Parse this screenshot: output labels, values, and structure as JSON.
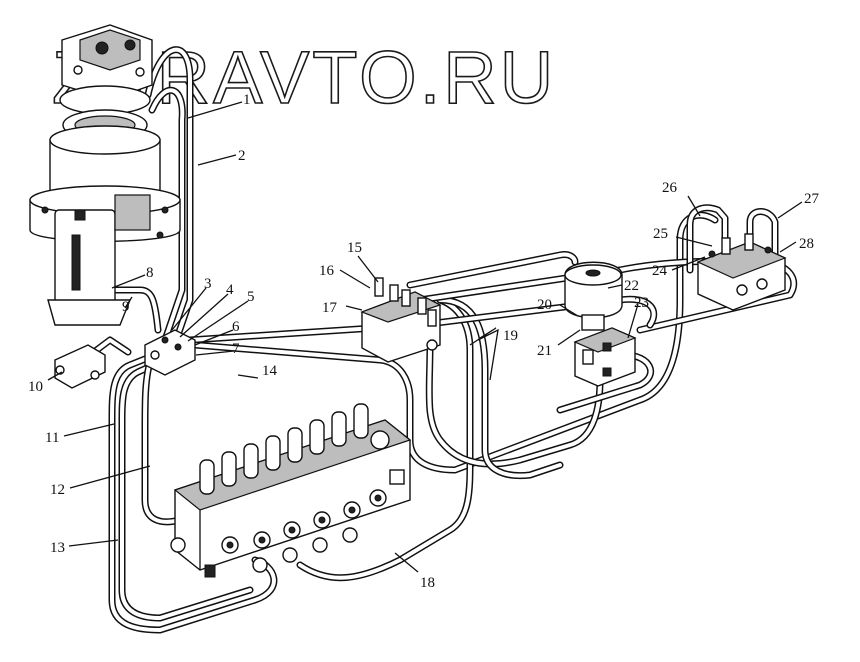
{
  "watermark": "ZURAVTO.RU",
  "callouts": [
    "1",
    "2",
    "3",
    "4",
    "5",
    "6",
    "7",
    "8",
    "9",
    "10",
    "11",
    "12",
    "13",
    "14",
    "15",
    "16",
    "17",
    "18",
    "19",
    "20",
    "21",
    "22",
    "23",
    "24",
    "25",
    "26",
    "27",
    "28"
  ]
}
